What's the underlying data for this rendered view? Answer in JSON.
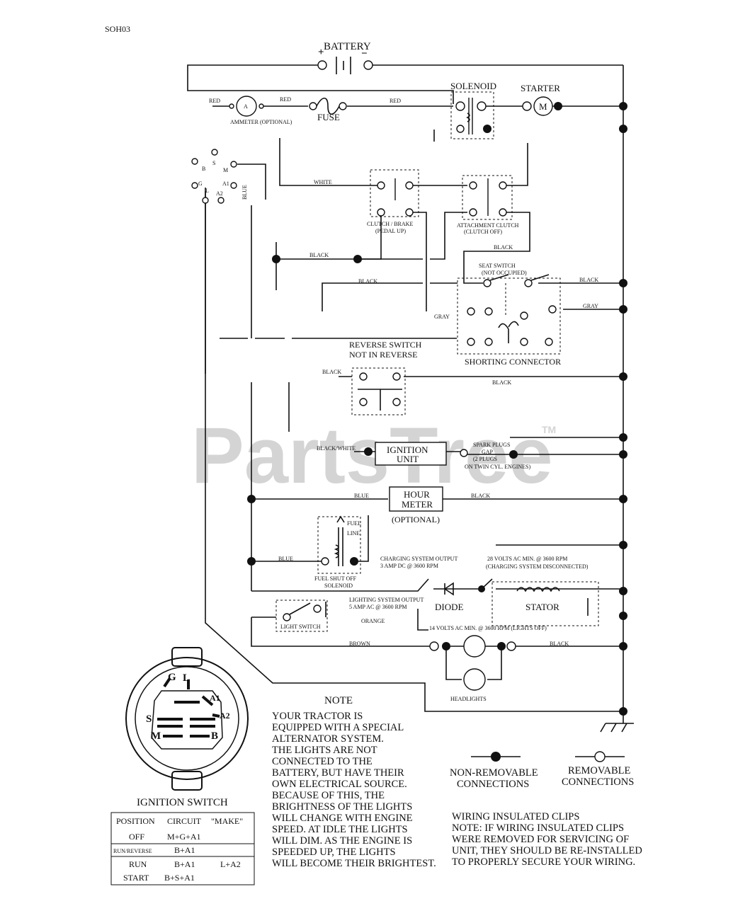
{
  "page_code": "SOH03",
  "watermark": {
    "brand": "PartsTree",
    "tm": "TM"
  },
  "components": {
    "battery": "BATTERY",
    "battery_pos": "+",
    "battery_neg": "−",
    "solenoid": "SOLENOID",
    "starter": "STARTER",
    "starter_m": "M",
    "fuse": "FUSE",
    "ammeter": "AMMETER (OPTIONAL)",
    "ammeter_a": "A",
    "clutch_brake": "CLUTCH / BRAKE",
    "clutch_brake_sub": "(PEDAL UP)",
    "attachment_clutch": "ATTACHMENT CLUTCH",
    "attachment_clutch_sub": "(CLUTCH OFF)",
    "seat_switch": "SEAT SWITCH",
    "seat_switch_sub": "(NOT OCCUPIED)",
    "shorting_connector": "SHORTING CONNECTOR",
    "reverse_switch": "REVERSE SWITCH",
    "reverse_switch_sub": "NOT IN REVERSE",
    "ignition_unit_1": "IGNITION",
    "ignition_unit_2": "UNIT",
    "spark_plugs_1": "SPARK PLUGS",
    "spark_plugs_2": "GAP",
    "spark_plugs_3": "(2 PLUGS",
    "spark_plugs_4": "ON TWIN CYL. ENGINES)",
    "hour_meter_1": "HOUR",
    "hour_meter_2": "METER",
    "hour_meter_sub": "(OPTIONAL)",
    "fuel_line_1": "FUEL",
    "fuel_line_2": "LINE",
    "fuel_shutoff_1": "FUEL SHUT OFF",
    "fuel_shutoff_2": "SOLENOID",
    "charging_1": "CHARGING SYSTEM OUTPUT",
    "charging_2": "3 AMP DC @ 3600 RPM",
    "volts28_1": "28 VOLTS AC MIN. @ 3600 RPM",
    "volts28_2": "(CHARGING SYSTEM DISCONNECTED)",
    "diode": "DIODE",
    "stator": "STATOR",
    "lighting_1": "LIGHTING SYSTEM OUTPUT",
    "lighting_2": "5 AMP AC @ 3600 RPM",
    "volts14": "14 VOLTS AC MIN. @ 3600 RPM (LIGHTS OFF)",
    "light_switch": "LIGHT SWITCH",
    "headlights": "HEADLIGHTS",
    "ignition_switch": "IGNITION SWITCH",
    "term_b": "B",
    "term_s": "S",
    "term_m": "M",
    "term_g": "G",
    "term_l": "L",
    "term_a1": "A1",
    "term_a2": "A2"
  },
  "wire_colors": {
    "red1": "RED",
    "red2": "RED",
    "red3": "RED",
    "white": "WHITE",
    "black1": "BLACK",
    "black2": "BLACK",
    "black3": "BLACK",
    "black4": "BLACK",
    "black5": "BLACK",
    "black6": "BLACK",
    "black7": "BLACK",
    "black8": "BLACK",
    "blue1": "BLUE",
    "blue2": "BLUE",
    "blue3": "BLUE",
    "gray1": "GRAY",
    "gray2": "GRAY",
    "black_white": "BLACK/WHITE",
    "orange": "ORANGE",
    "brown": "BROWN"
  },
  "note": {
    "title": "NOTE",
    "lines": [
      "YOUR TRACTOR IS",
      "EQUIPPED WITH A SPECIAL",
      "ALTERNATOR SYSTEM.",
      "THE LIGHTS ARE NOT",
      "CONNECTED TO THE",
      "BATTERY, BUT HAVE THEIR",
      "OWN ELECTRICAL SOURCE.",
      "BECAUSE OF THIS, THE",
      "BRIGHTNESS OF THE LIGHTS",
      "WILL CHANGE WITH ENGINE",
      "SPEED.  AT IDLE THE LIGHTS",
      "WILL DIM.  AS THE ENGINE IS",
      "SPEEDED UP, THE LIGHTS",
      "WILL BECOME THEIR BRIGHTEST."
    ]
  },
  "legend": {
    "non_removable_1": "NON-REMOVABLE",
    "non_removable_2": "CONNECTIONS",
    "removable_1": "REMOVABLE",
    "removable_2": "CONNECTIONS"
  },
  "clips_note": {
    "lines": [
      "WIRING INSULATED CLIPS",
      "NOTE: IF WIRING INSULATED CLIPS",
      "WERE REMOVED FOR SERVICING OF",
      "UNIT, THEY SHOULD BE RE-INSTALLED",
      "TO PROPERLY SECURE YOUR WIRING."
    ]
  },
  "ignition_table": {
    "headers": [
      "POSITION",
      "CIRCUIT",
      "\"MAKE\""
    ],
    "rows": [
      [
        "OFF",
        "M+G+A1",
        ""
      ],
      [
        "RUN/REVERSE",
        "B+A1",
        ""
      ],
      [
        "RUN",
        "B+A1",
        "L+A2"
      ],
      [
        "START",
        "B+S+A1",
        ""
      ]
    ]
  }
}
